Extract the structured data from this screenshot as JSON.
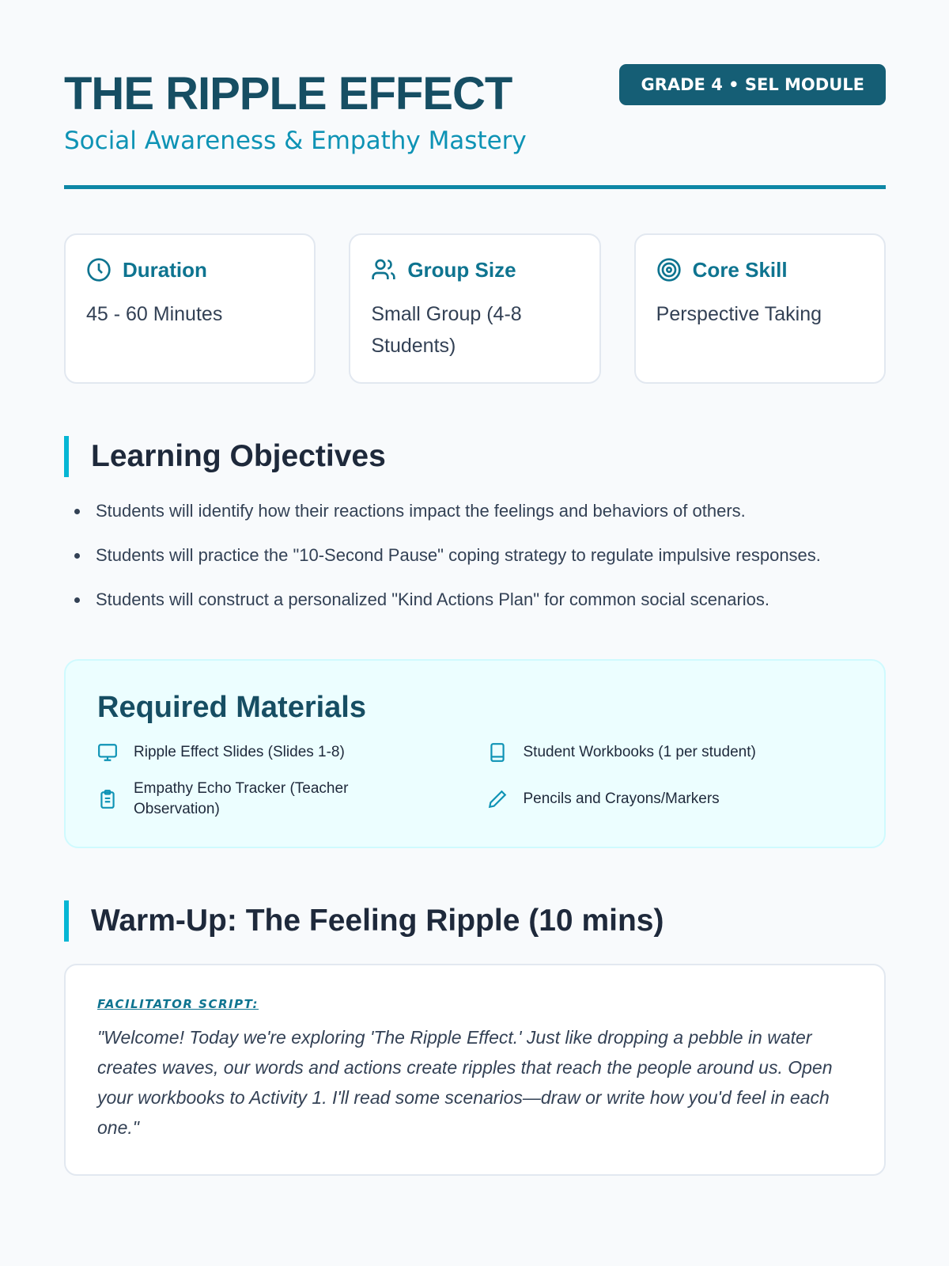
{
  "header": {
    "title": "THE RIPPLE EFFECT",
    "subtitle": "Social Awareness & Empathy Mastery",
    "badge": "GRADE 4 • SEL MODULE"
  },
  "cards": [
    {
      "icon": "clock-icon",
      "label": "Duration",
      "value": "45 - 60 Minutes"
    },
    {
      "icon": "users-icon",
      "label": "Group Size",
      "value": "Small Group (4-8 Students)"
    },
    {
      "icon": "target-icon",
      "label": "Core Skill",
      "value": "Perspective Taking"
    }
  ],
  "objectives": {
    "title": "Learning Objectives",
    "items": [
      "Students will identify how their reactions impact the feelings and behaviors of others.",
      "Students will practice the \"10-Second Pause\" coping strategy to regulate impulsive responses.",
      "Students will construct a personalized \"Kind Actions Plan\" for common social scenarios."
    ]
  },
  "materials": {
    "title": "Required Materials",
    "items": [
      {
        "icon": "monitor-icon",
        "label": "Ripple Effect Slides (Slides 1-8)"
      },
      {
        "icon": "book-icon",
        "label": "Student Workbooks (1 per student)"
      },
      {
        "icon": "clipboard-icon",
        "label": "Empathy Echo Tracker (Teacher Observation)"
      },
      {
        "icon": "pencil-icon",
        "label": "Pencils and Crayons/Markers"
      }
    ]
  },
  "warmup": {
    "title": "Warm-Up: The Feeling Ripple (10 mins)",
    "script_label": "FACILITATOR SCRIPT:",
    "script_text": "\"Welcome! Today we're exploring 'The Ripple Effect.' Just like dropping a pebble in water creates waves, our words and actions create ripples that reach the people around us. Open your workbooks to Activity 1. I'll read some scenarios—draw or write how you'd feel in each one.\""
  },
  "colors": {
    "primary": "#164e63",
    "accent": "#0e93b5",
    "bar": "#06b6d4"
  }
}
